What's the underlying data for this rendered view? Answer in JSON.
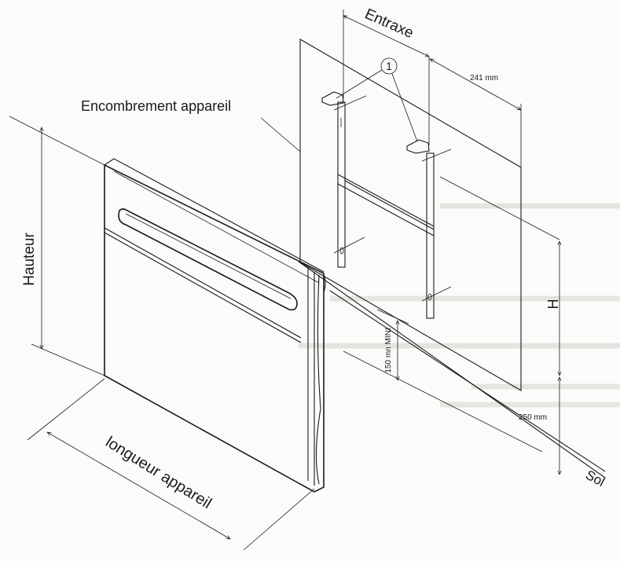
{
  "labels": {
    "entraxe": "Entraxe",
    "dim_241": "241 mm",
    "callout_1": "1",
    "encombrement": "Encombrement appareil",
    "hauteur": "Hauteur",
    "h": "H",
    "min_150": "150 mn MINI",
    "dim_250": "250 mm",
    "sol": "Sol",
    "longueur": "longueur appareil"
  },
  "colors": {
    "ink": "#1a1a1a",
    "paper": "#fbfbf9"
  }
}
